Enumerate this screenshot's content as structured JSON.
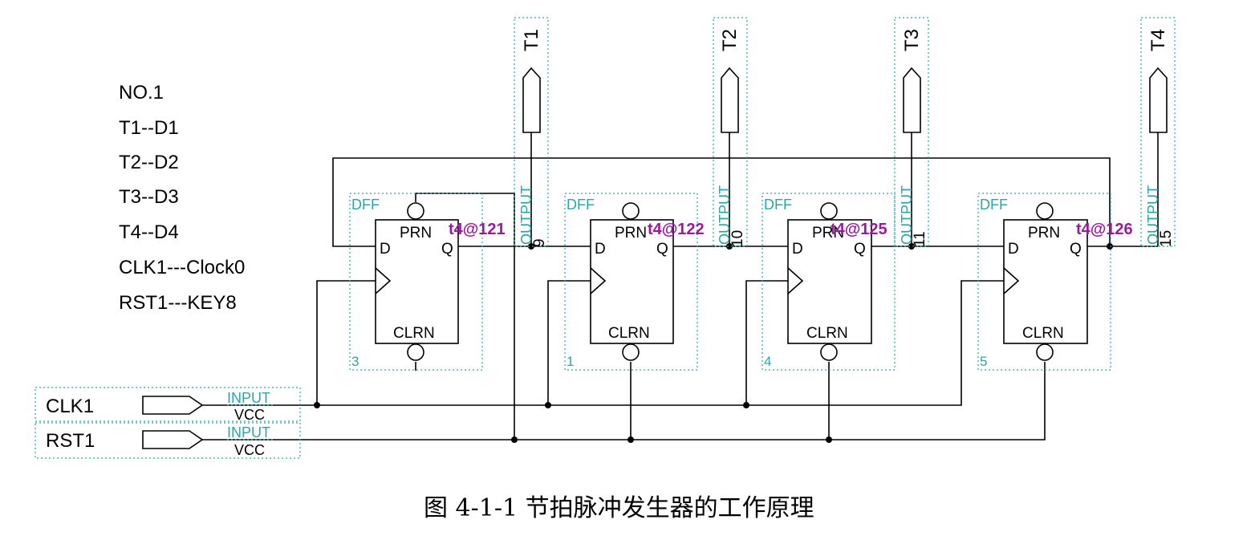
{
  "notes": [
    "NO.1",
    "T1--D1",
    "T2--D2",
    "T3--D3",
    "T4--D4",
    "CLK1---Clock0",
    "RST1---KEY8"
  ],
  "flipflops": [
    {
      "type": "DFF",
      "instance": "3",
      "pin_d": "D",
      "pin_q": "Q",
      "pin_prn": "PRN",
      "pin_clrn": "CLRN",
      "pin_location": "t4@121",
      "output_pin_number": "9"
    },
    {
      "type": "DFF",
      "instance": "1",
      "pin_d": "D",
      "pin_q": "Q",
      "pin_prn": "PRN",
      "pin_clrn": "CLRN",
      "pin_location": "t4@122",
      "output_pin_number": "10"
    },
    {
      "type": "DFF",
      "instance": "4",
      "pin_d": "D",
      "pin_q": "Q",
      "pin_prn": "PRN",
      "pin_clrn": "CLRN",
      "pin_location": "t4@125",
      "output_pin_number": "11"
    },
    {
      "type": "DFF",
      "instance": "5",
      "pin_d": "D",
      "pin_q": "Q",
      "pin_prn": "PRN",
      "pin_clrn": "CLRN",
      "pin_location": "t4@126",
      "output_pin_number": "15"
    }
  ],
  "outputs": [
    {
      "name": "T1",
      "type": "OUTPUT"
    },
    {
      "name": "T2",
      "type": "OUTPUT"
    },
    {
      "name": "T3",
      "type": "OUTPUT"
    },
    {
      "name": "T4",
      "type": "OUTPUT"
    }
  ],
  "inputs": [
    {
      "name": "CLK1",
      "type": "INPUT",
      "default": "VCC"
    },
    {
      "name": "RST1",
      "type": "INPUT",
      "default": "VCC"
    }
  ],
  "caption": "图 4-1-1 节拍脉冲发生器的工作原理"
}
